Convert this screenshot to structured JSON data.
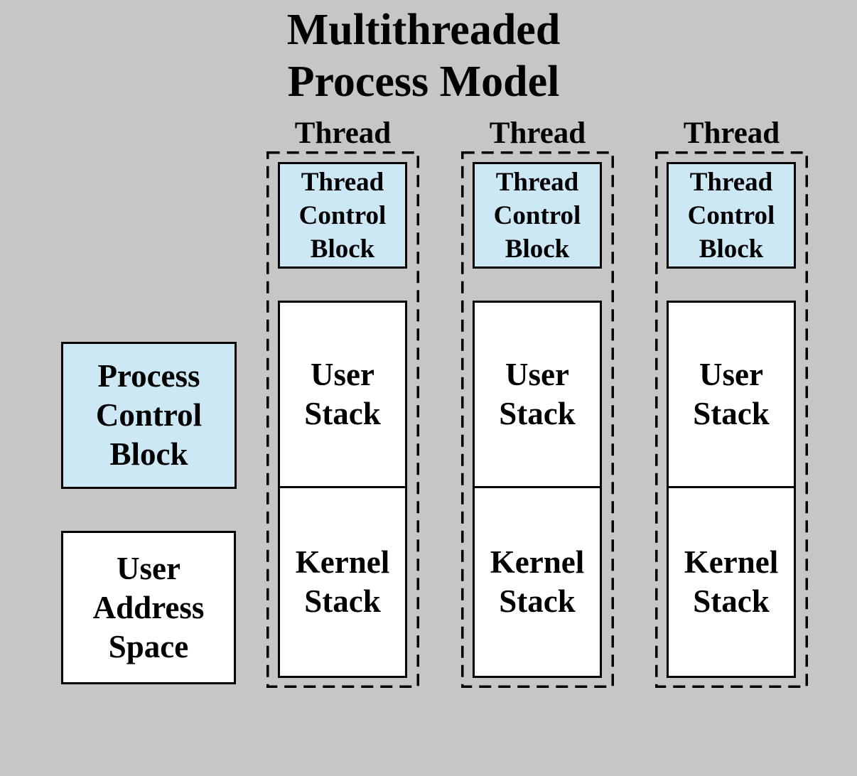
{
  "title": {
    "text": "Multithreaded\nProcess Model"
  },
  "colors": {
    "background": "#c6c6c6",
    "block_blue": "#cde8f5",
    "block_white": "#ffffff",
    "border": "#000000"
  },
  "process": {
    "control_block": "Process\nControl\nBlock",
    "address_space": "User\nAddress\nSpace"
  },
  "threads": [
    {
      "label": "Thread",
      "control_block": "Thread\nControl\nBlock",
      "user_stack": "User\nStack",
      "kernel_stack": "Kernel\nStack"
    },
    {
      "label": "Thread",
      "control_block": "Thread\nControl\nBlock",
      "user_stack": "User\nStack",
      "kernel_stack": "Kernel\nStack"
    },
    {
      "label": "Thread",
      "control_block": "Thread\nControl\nBlock",
      "user_stack": "User\nStack",
      "kernel_stack": "Kernel\nStack"
    }
  ]
}
